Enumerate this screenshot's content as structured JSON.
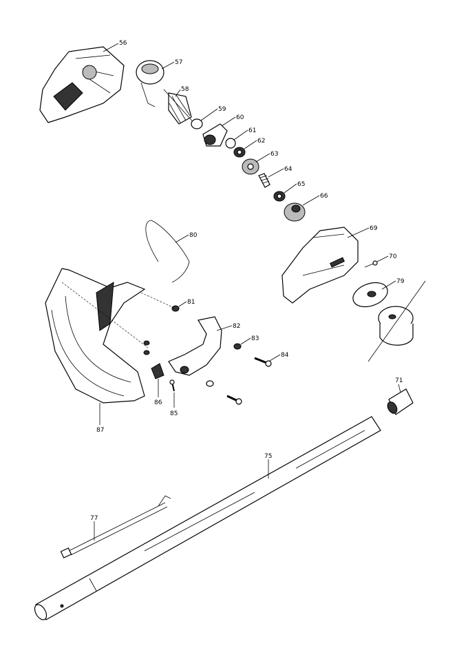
{
  "diagram": {
    "type": "exploded-parts-diagram",
    "part_labels": {
      "p56": "56",
      "p57": "57",
      "p58": "58",
      "p59": "59",
      "p60": "60",
      "p61": "61",
      "p62": "62",
      "p63": "63",
      "p64": "64",
      "p65": "65",
      "p66": "66",
      "p69": "69",
      "p70": "70",
      "p71": "71",
      "p75": "75",
      "p77": "77",
      "p79": "79",
      "p80": "80",
      "p81": "81",
      "p82": "82",
      "p83": "83",
      "p84": "84",
      "p85": "85",
      "p86": "86",
      "p87": "87"
    }
  }
}
